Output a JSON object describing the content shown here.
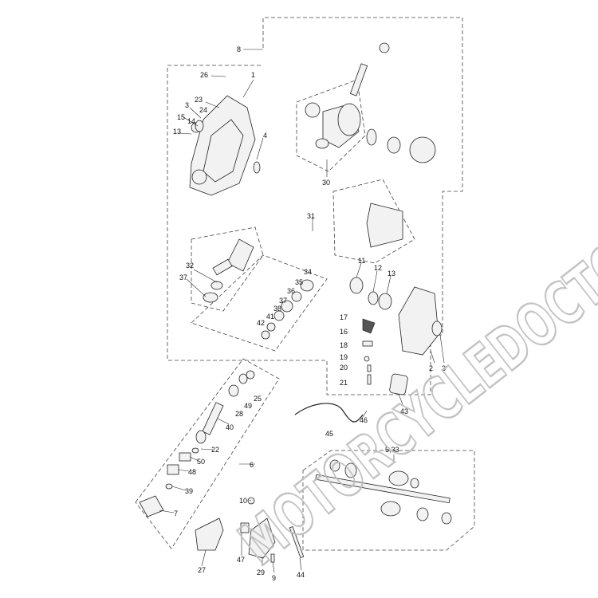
{
  "watermark": "MOTORCYCLEDOCTOR",
  "labels": [
    "8",
    "26",
    "1",
    "23",
    "3",
    "24",
    "14",
    "15",
    "13",
    "4",
    "30",
    "31",
    "32",
    "37",
    "11",
    "12",
    "13",
    "34",
    "35",
    "36",
    "37",
    "38",
    "41",
    "42",
    "17",
    "16",
    "18",
    "19",
    "20",
    "21",
    "2",
    "3",
    "43",
    "25",
    "49",
    "28",
    "40",
    "46",
    "45",
    "22",
    "50",
    "48",
    "6",
    "39",
    "7",
    "5,33",
    "10",
    "47",
    "29",
    "9",
    "44",
    "27"
  ]
}
